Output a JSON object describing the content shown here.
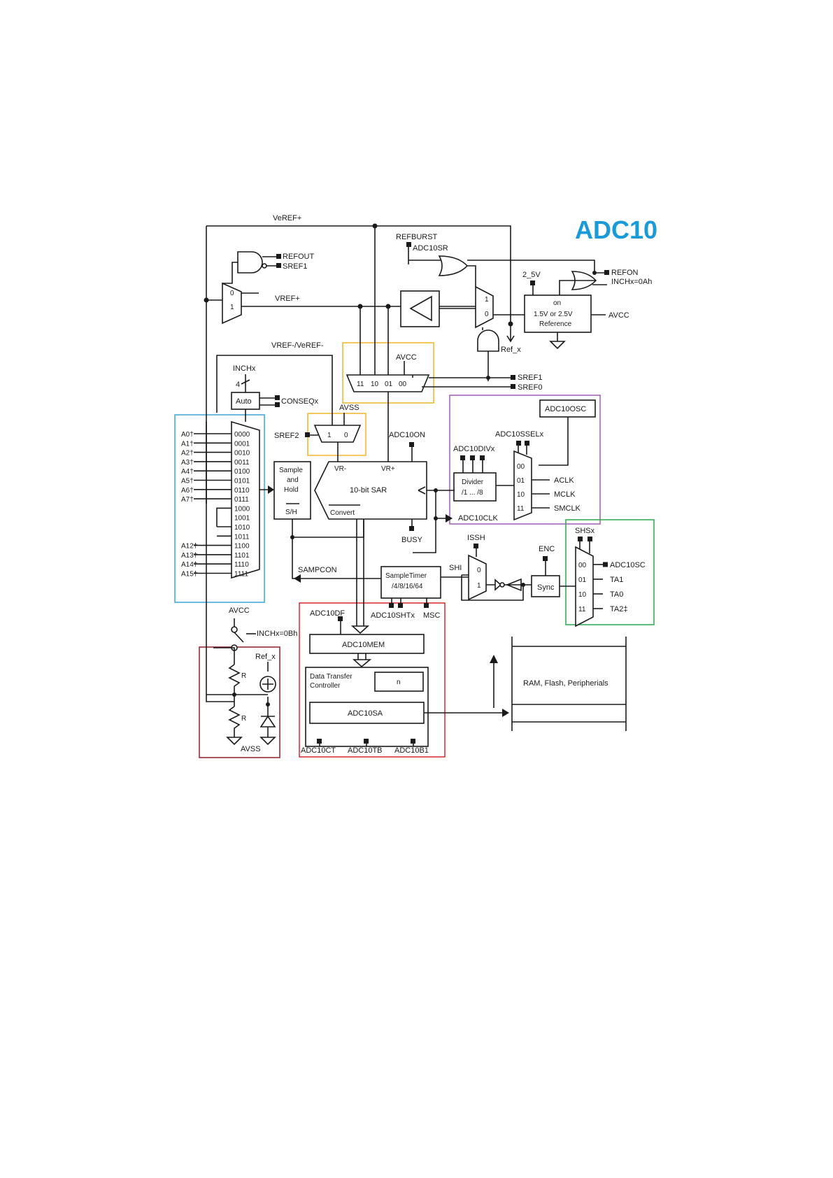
{
  "title": "ADC10",
  "colors": {
    "title": "#1a9ad6",
    "channels_box": "#3aa6d8",
    "ref_mux_box": "#f0b429",
    "clock_box": "#a35bb5",
    "sample_source_box": "#2aa84a",
    "transfer_box": "#d9262c",
    "temp_box": "#8b1e2b"
  },
  "labels": {
    "veref_plus": "VeREF+",
    "refburst": "REFBURST",
    "adc10sr": "ADC10SR",
    "refout": "REFOUT",
    "sref1_top": "SREF1",
    "vref_plus": "VREF+",
    "two_5v": "2_5V",
    "refon": "REFON",
    "inch_0ah": "INCHx=0Ah",
    "ref_on": "on",
    "ref_volts": "1.5V or 2.5V",
    "ref_ref": "Reference",
    "avcc_ref": "AVCC",
    "ref_x": "Ref_x",
    "vref_minus": "VREF-/VeREF-",
    "avcc_mux": "AVCC",
    "refmux": [
      "11",
      "10",
      "01",
      "00"
    ],
    "sref1": "SREF1",
    "sref0": "SREF0",
    "inchx": "INCHx",
    "four": "4",
    "auto": "Auto",
    "conseqx": "CONSEQx",
    "avss": "AVSS",
    "sref2": "SREF2",
    "mux1": "1",
    "mux0": "0",
    "adc10on": "ADC10ON",
    "adc10osc": "ADC10OSC",
    "adc10sselx": "ADC10SSELx",
    "adc10divx": "ADC10DIVx",
    "divider": "Divider",
    "divider2": "/1 ... /8",
    "sample": "Sample",
    "and": "and",
    "hold": "Hold",
    "sh": "S/H",
    "vr_minus": "VR-",
    "vr_plus": "VR+",
    "sar": "10-bit SAR",
    "convert": "Convert",
    "adc10clk": "ADC10CLK",
    "busy": "BUSY",
    "issh": "ISSH",
    "enc": "ENC",
    "shsx": "SHSx",
    "sampcon": "SAMPCON",
    "shi": "SHI",
    "sampletimer": "SampleTimer",
    "sampletimer2": "/4/8/16/64",
    "sync": "Sync",
    "adc10shtx": "ADC10SHTx",
    "msc": "MSC",
    "adc10df": "ADC10DF",
    "adc10mem": "ADC10MEM",
    "dtc1": "Data Transfer",
    "dtc2": "Controller",
    "n": "n",
    "adc10sa": "ADC10SA",
    "adc10ct": "ADC10CT",
    "adc10tb": "ADC10TB",
    "adc10b1": "ADC10B1",
    "ram": "RAM, Flash, Peripherials",
    "avcc_temp": "AVCC",
    "inch_0bh": "INCHx=0Bh",
    "ref_x2": "Ref_x",
    "r1": "R",
    "r2": "R",
    "avss_bot": "AVSS",
    "clk_codes": [
      "00",
      "01",
      "10",
      "11"
    ],
    "clk_srcs": [
      "ACLK",
      "MCLK",
      "SMCLK"
    ],
    "shs_codes": [
      "00",
      "01",
      "10",
      "11"
    ],
    "shs_srcs": [
      "ADC10SC",
      "TA1",
      "TA0",
      "TA2‡"
    ],
    "shi_mux": [
      "0",
      "1"
    ],
    "vref_sel": [
      "0",
      "1"
    ],
    "refbuf_sel": [
      "1",
      "0"
    ]
  },
  "channels": [
    "A0†",
    "A1†",
    "A2†",
    "A3†",
    "A4†",
    "A5†",
    "A6†",
    "A7†",
    "A12†",
    "A13†",
    "A14†",
    "A15†"
  ],
  "codes": [
    "0000",
    "0001",
    "0010",
    "0011",
    "0100",
    "0101",
    "0110",
    "0111",
    "1000",
    "1001",
    "1010",
    "1011",
    "1100",
    "1101",
    "1110",
    "1111"
  ]
}
